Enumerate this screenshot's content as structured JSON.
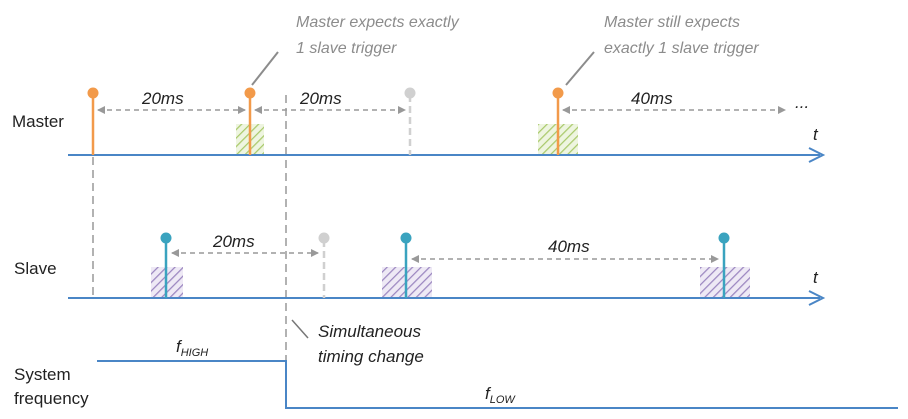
{
  "labels": {
    "master": "Master",
    "slave": "Slave",
    "system_line1": "System",
    "system_line2": "frequency",
    "axis_t": "t"
  },
  "annotations": {
    "note1_line1": "Master expects exactly",
    "note1_line2": "1 slave trigger",
    "note2_line1": "Master still expects",
    "note2_line2": "exactly 1 slave trigger",
    "simul_line1": "Simultaneous",
    "simul_line2": "timing change",
    "ellipsis": "..."
  },
  "intervals": {
    "m1": "20ms",
    "m2": "20ms",
    "m3": "40ms",
    "s1": "20ms",
    "s2": "40ms"
  },
  "frequency": {
    "high_base": "f",
    "high_sub": "HIGH",
    "low_base": "f",
    "low_sub": "LOW"
  },
  "colors": {
    "axis": "#4a86c6",
    "master_trigger": "#f29a4a",
    "slave_trigger": "#3aa3bf",
    "expected_trigger": "#d0d0d0",
    "master_hatch": "#a9c96a",
    "slave_hatch": "#9b86c0",
    "dashed": "#999999",
    "note_text": "#8c8c8c"
  }
}
